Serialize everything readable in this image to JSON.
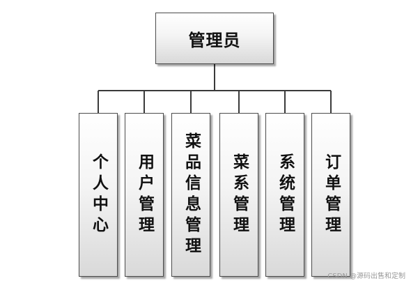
{
  "root": {
    "label": "管理员"
  },
  "children": [
    {
      "label": "个人中心"
    },
    {
      "label": "用户管理"
    },
    {
      "label": "菜品信息管理"
    },
    {
      "label": "菜系管理"
    },
    {
      "label": "系统管理"
    },
    {
      "label": "订单管理"
    }
  ],
  "watermark": "CSDN @源码出售和定制",
  "colors": {
    "border": "#4a4a4a",
    "connector": "#3a3a3a",
    "box_fill_top": "#ffffff",
    "box_fill_bottom": "#d9d9d9"
  }
}
